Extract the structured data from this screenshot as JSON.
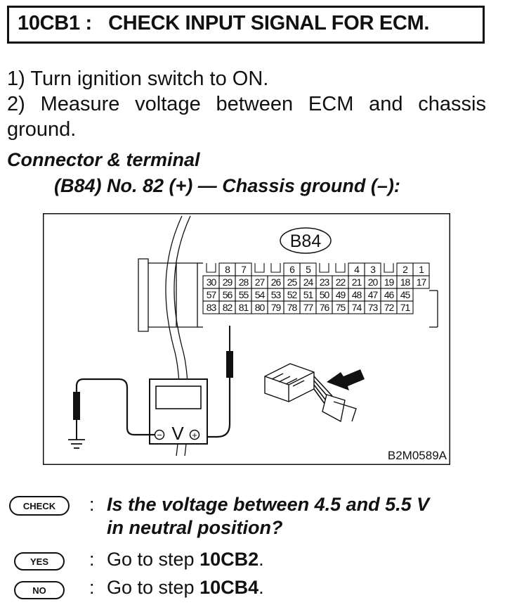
{
  "header": {
    "title": "10CB1 :   CHECK INPUT SIGNAL FOR ECM."
  },
  "steps": {
    "step1": "1)  Turn ignition switch to ON.",
    "step2": "2)  Measure voltage between ECM and chassis",
    "step2_cont": "ground."
  },
  "connector": {
    "heading": "Connector & terminal",
    "line": "(B84) No. 82 (+) — Chassis ground (–):"
  },
  "diagram": {
    "connector_label": "B84",
    "figure_code": "B2M0589A",
    "meter_symbol": "V",
    "minus": "−",
    "plus": "+",
    "row0": [
      "8",
      "7",
      "6",
      "5",
      "4",
      "3",
      "2",
      "1"
    ],
    "row1": [
      "30",
      "29",
      "28",
      "27",
      "26",
      "25",
      "24",
      "23",
      "22",
      "21",
      "20",
      "19",
      "18",
      "17"
    ],
    "row2": [
      "57",
      "56",
      "55",
      "54",
      "53",
      "52",
      "51",
      "50",
      "49",
      "48",
      "47",
      "46",
      "45"
    ],
    "row3": [
      "83",
      "82",
      "81",
      "80",
      "79",
      "78",
      "77",
      "76",
      "75",
      "74",
      "73",
      "72",
      "71"
    ]
  },
  "decision": {
    "check_label": "CHECK",
    "yes_label": "YES",
    "no_label": "NO",
    "colon": ":",
    "question_line1": "Is the voltage between 4.5 and 5.5 V",
    "question_line2": "in neutral position?",
    "yes_prefix": "Go to step ",
    "yes_step": "10CB2",
    "yes_suffix": ".",
    "no_prefix": "Go to step ",
    "no_step": "10CB4",
    "no_suffix": "."
  }
}
